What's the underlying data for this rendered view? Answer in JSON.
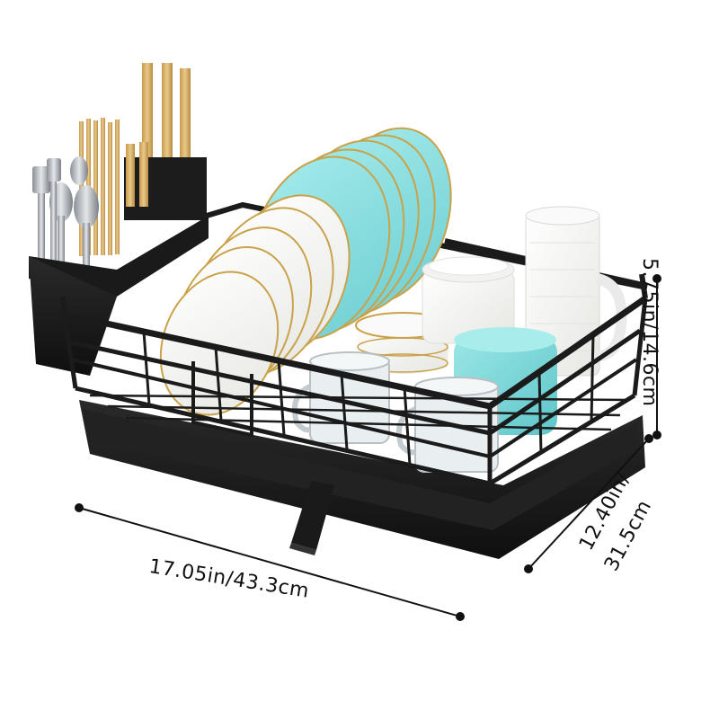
{
  "dimensions": {
    "width": "17.05in/43.3cm",
    "height": "5.75in/14.6cm",
    "depth_line1": "12.40in/",
    "depth_line2": "31.5cm"
  },
  "colors": {
    "rack": "#1b1b1b",
    "plate_blue": "#8fe0e0",
    "plate_white": "#f7f7f5",
    "gold_rim": "#c9a24a",
    "wood": "#d9b36b",
    "mug_teal": "#7fd8da"
  }
}
